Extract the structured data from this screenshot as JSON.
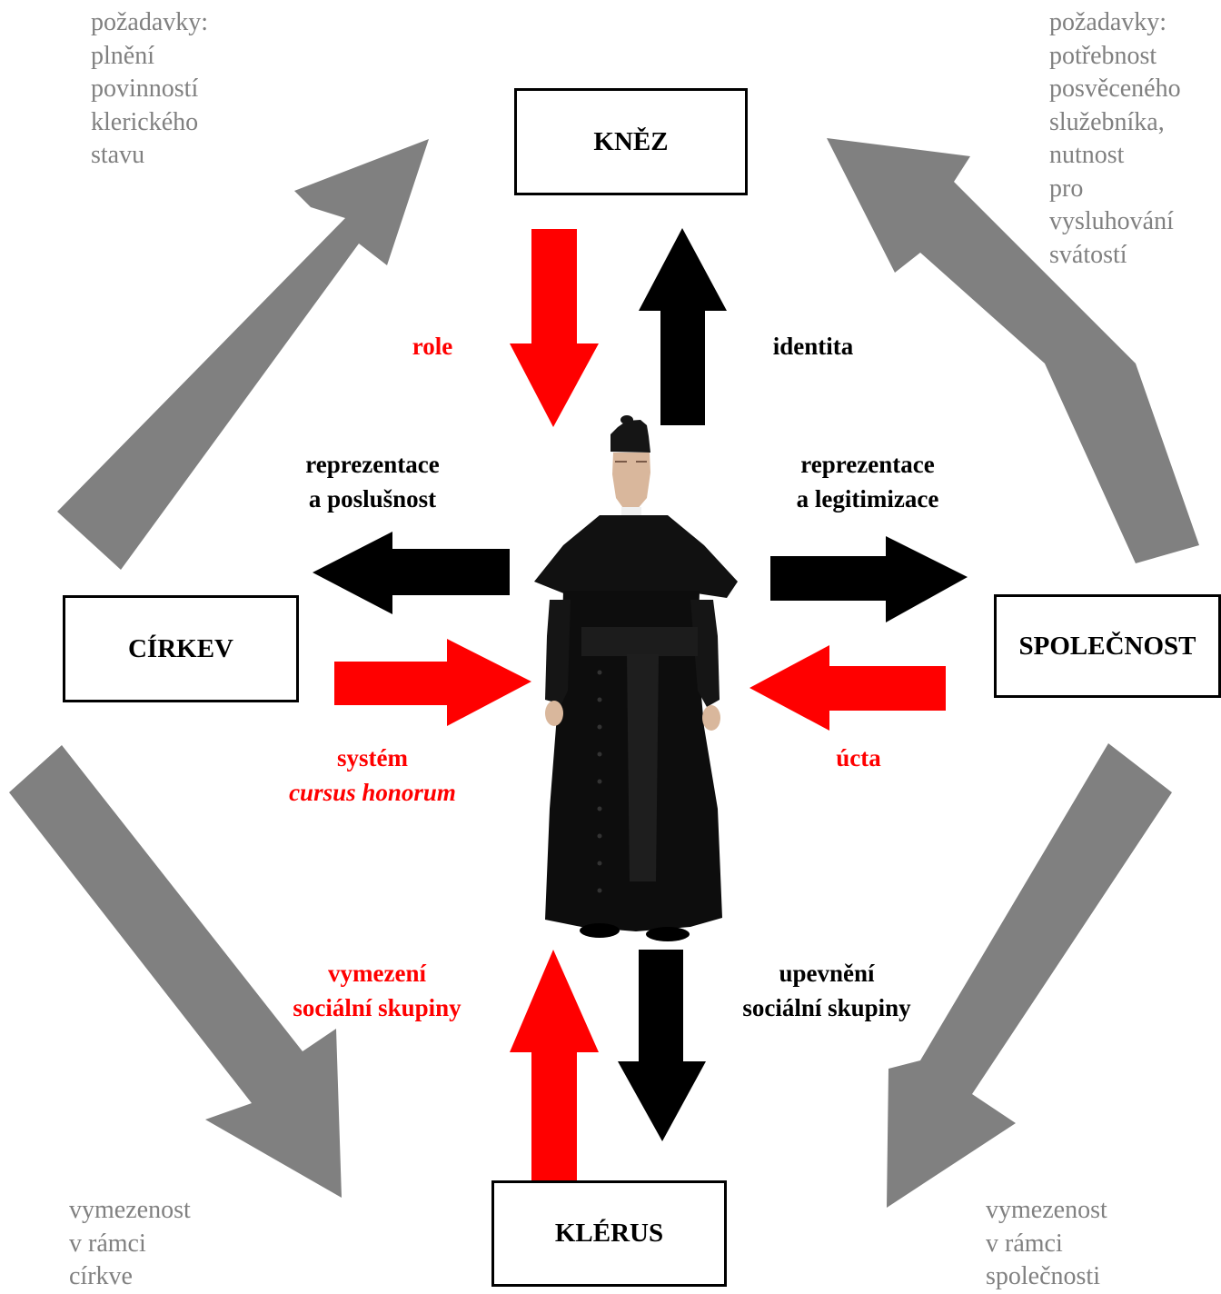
{
  "nodes": {
    "knez": "KNĚZ",
    "cirkev": "CÍRKEV",
    "spolecnost": "SPOLEČNOST",
    "klerus": "KLÉRUS"
  },
  "labels": {
    "role": "role",
    "identita": "identita",
    "rep_posl_1": "reprezentace",
    "rep_posl_2": "a poslušnost",
    "rep_leg_1": "reprezentace",
    "rep_leg_2": "a legitimizace",
    "system_1": "systém",
    "system_2": "cursus honorum",
    "ucta": "úcta",
    "vymezeni_1": "vymezení",
    "vymezeni_2": "sociální skupiny",
    "upevneni_1": "upevnění",
    "upevneni_2": "sociální skupiny"
  },
  "notes": {
    "top_left": [
      "požadavky:",
      "plnění",
      "povinností",
      "klerického",
      "stavu"
    ],
    "top_right": [
      "požadavky:",
      "potřebnost",
      "posvěceného",
      "služebníka,",
      "nutnost",
      "pro",
      "vysluhování",
      "svátostí"
    ],
    "bottom_left": [
      "vymezenost",
      "v rámci",
      "církve"
    ],
    "bottom_right": [
      "vymezenost",
      "v rámci",
      "společnosti"
    ]
  },
  "colors": {
    "red": "#ff0000",
    "black": "#000000",
    "gray": "#808080",
    "note_text": "#808080"
  },
  "figure": "priest-in-cassock"
}
